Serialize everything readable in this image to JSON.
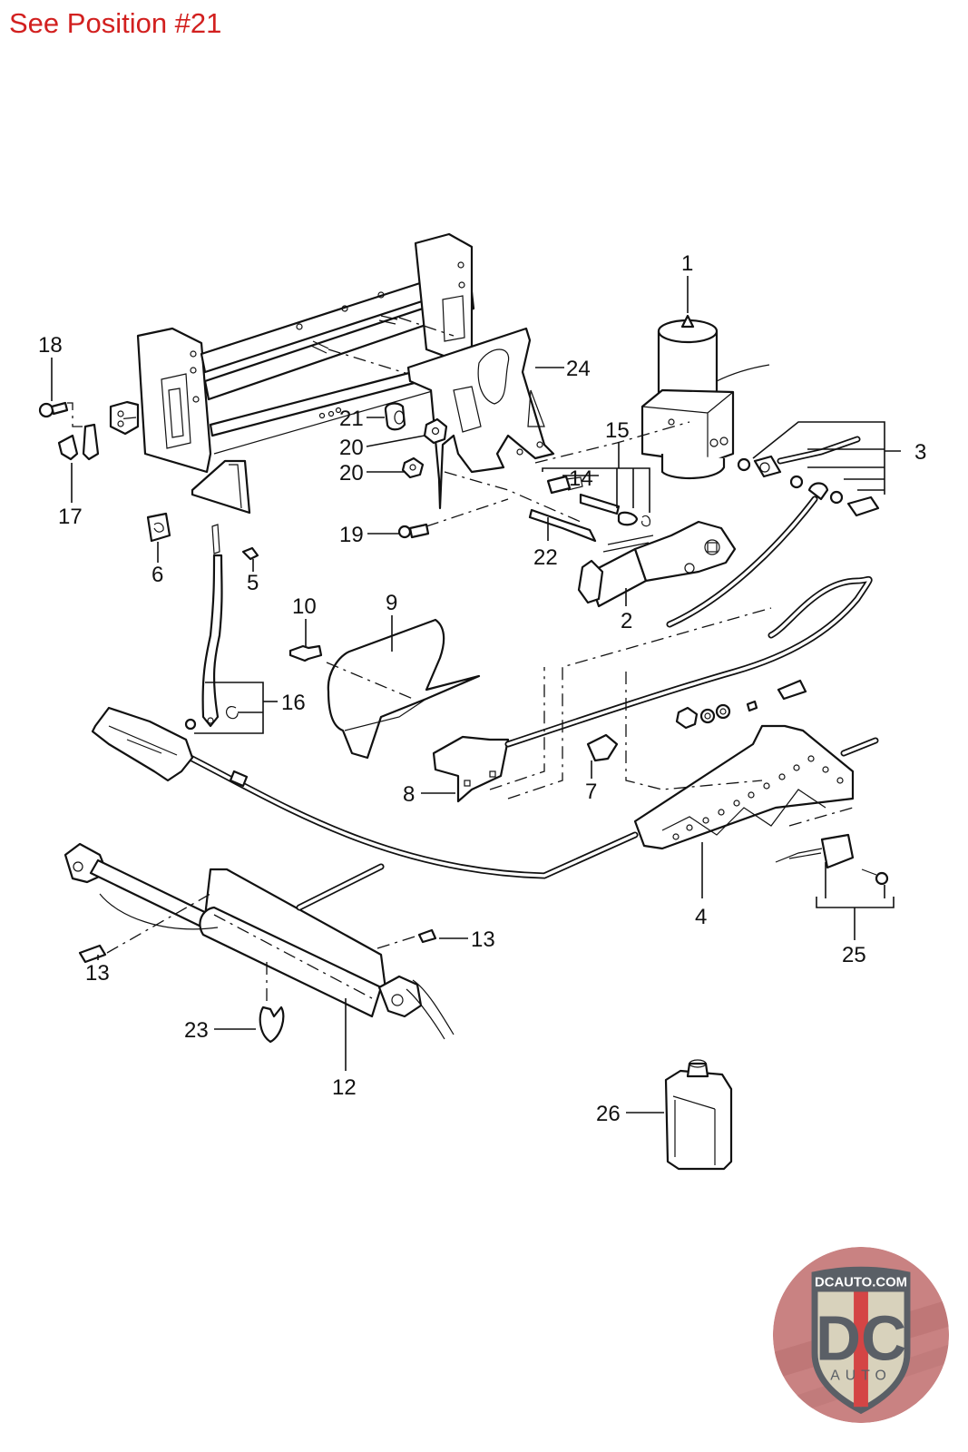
{
  "header": {
    "title": "See Position #21",
    "title_color": "#d2201f"
  },
  "diagram": {
    "type": "exploded-parts-diagram",
    "callouts": [
      {
        "id": "1",
        "label": "1"
      },
      {
        "id": "2",
        "label": "2"
      },
      {
        "id": "3",
        "label": "3"
      },
      {
        "id": "4",
        "label": "4"
      },
      {
        "id": "5",
        "label": "5"
      },
      {
        "id": "6",
        "label": "6"
      },
      {
        "id": "7",
        "label": "7"
      },
      {
        "id": "8",
        "label": "8"
      },
      {
        "id": "9",
        "label": "9"
      },
      {
        "id": "10",
        "label": "10"
      },
      {
        "id": "12",
        "label": "12"
      },
      {
        "id": "13a",
        "label": "13"
      },
      {
        "id": "13b",
        "label": "13"
      },
      {
        "id": "14",
        "label": "14"
      },
      {
        "id": "15",
        "label": "15"
      },
      {
        "id": "16",
        "label": "16"
      },
      {
        "id": "17",
        "label": "17"
      },
      {
        "id": "18",
        "label": "18"
      },
      {
        "id": "19",
        "label": "19"
      },
      {
        "id": "20a",
        "label": "20"
      },
      {
        "id": "20b",
        "label": "20"
      },
      {
        "id": "21",
        "label": "21"
      },
      {
        "id": "22",
        "label": "22"
      },
      {
        "id": "23",
        "label": "23"
      },
      {
        "id": "24",
        "label": "24"
      },
      {
        "id": "25",
        "label": "25"
      },
      {
        "id": "26",
        "label": "26"
      }
    ]
  },
  "logo": {
    "top_text": "DCAUTO.COM",
    "main_text": "DC",
    "sub_text": "AUTO",
    "colors": {
      "badge": "#c86b6b",
      "shield": "#d8d2bc",
      "letters": "#5a5f66",
      "stripe": "#d44545"
    }
  }
}
